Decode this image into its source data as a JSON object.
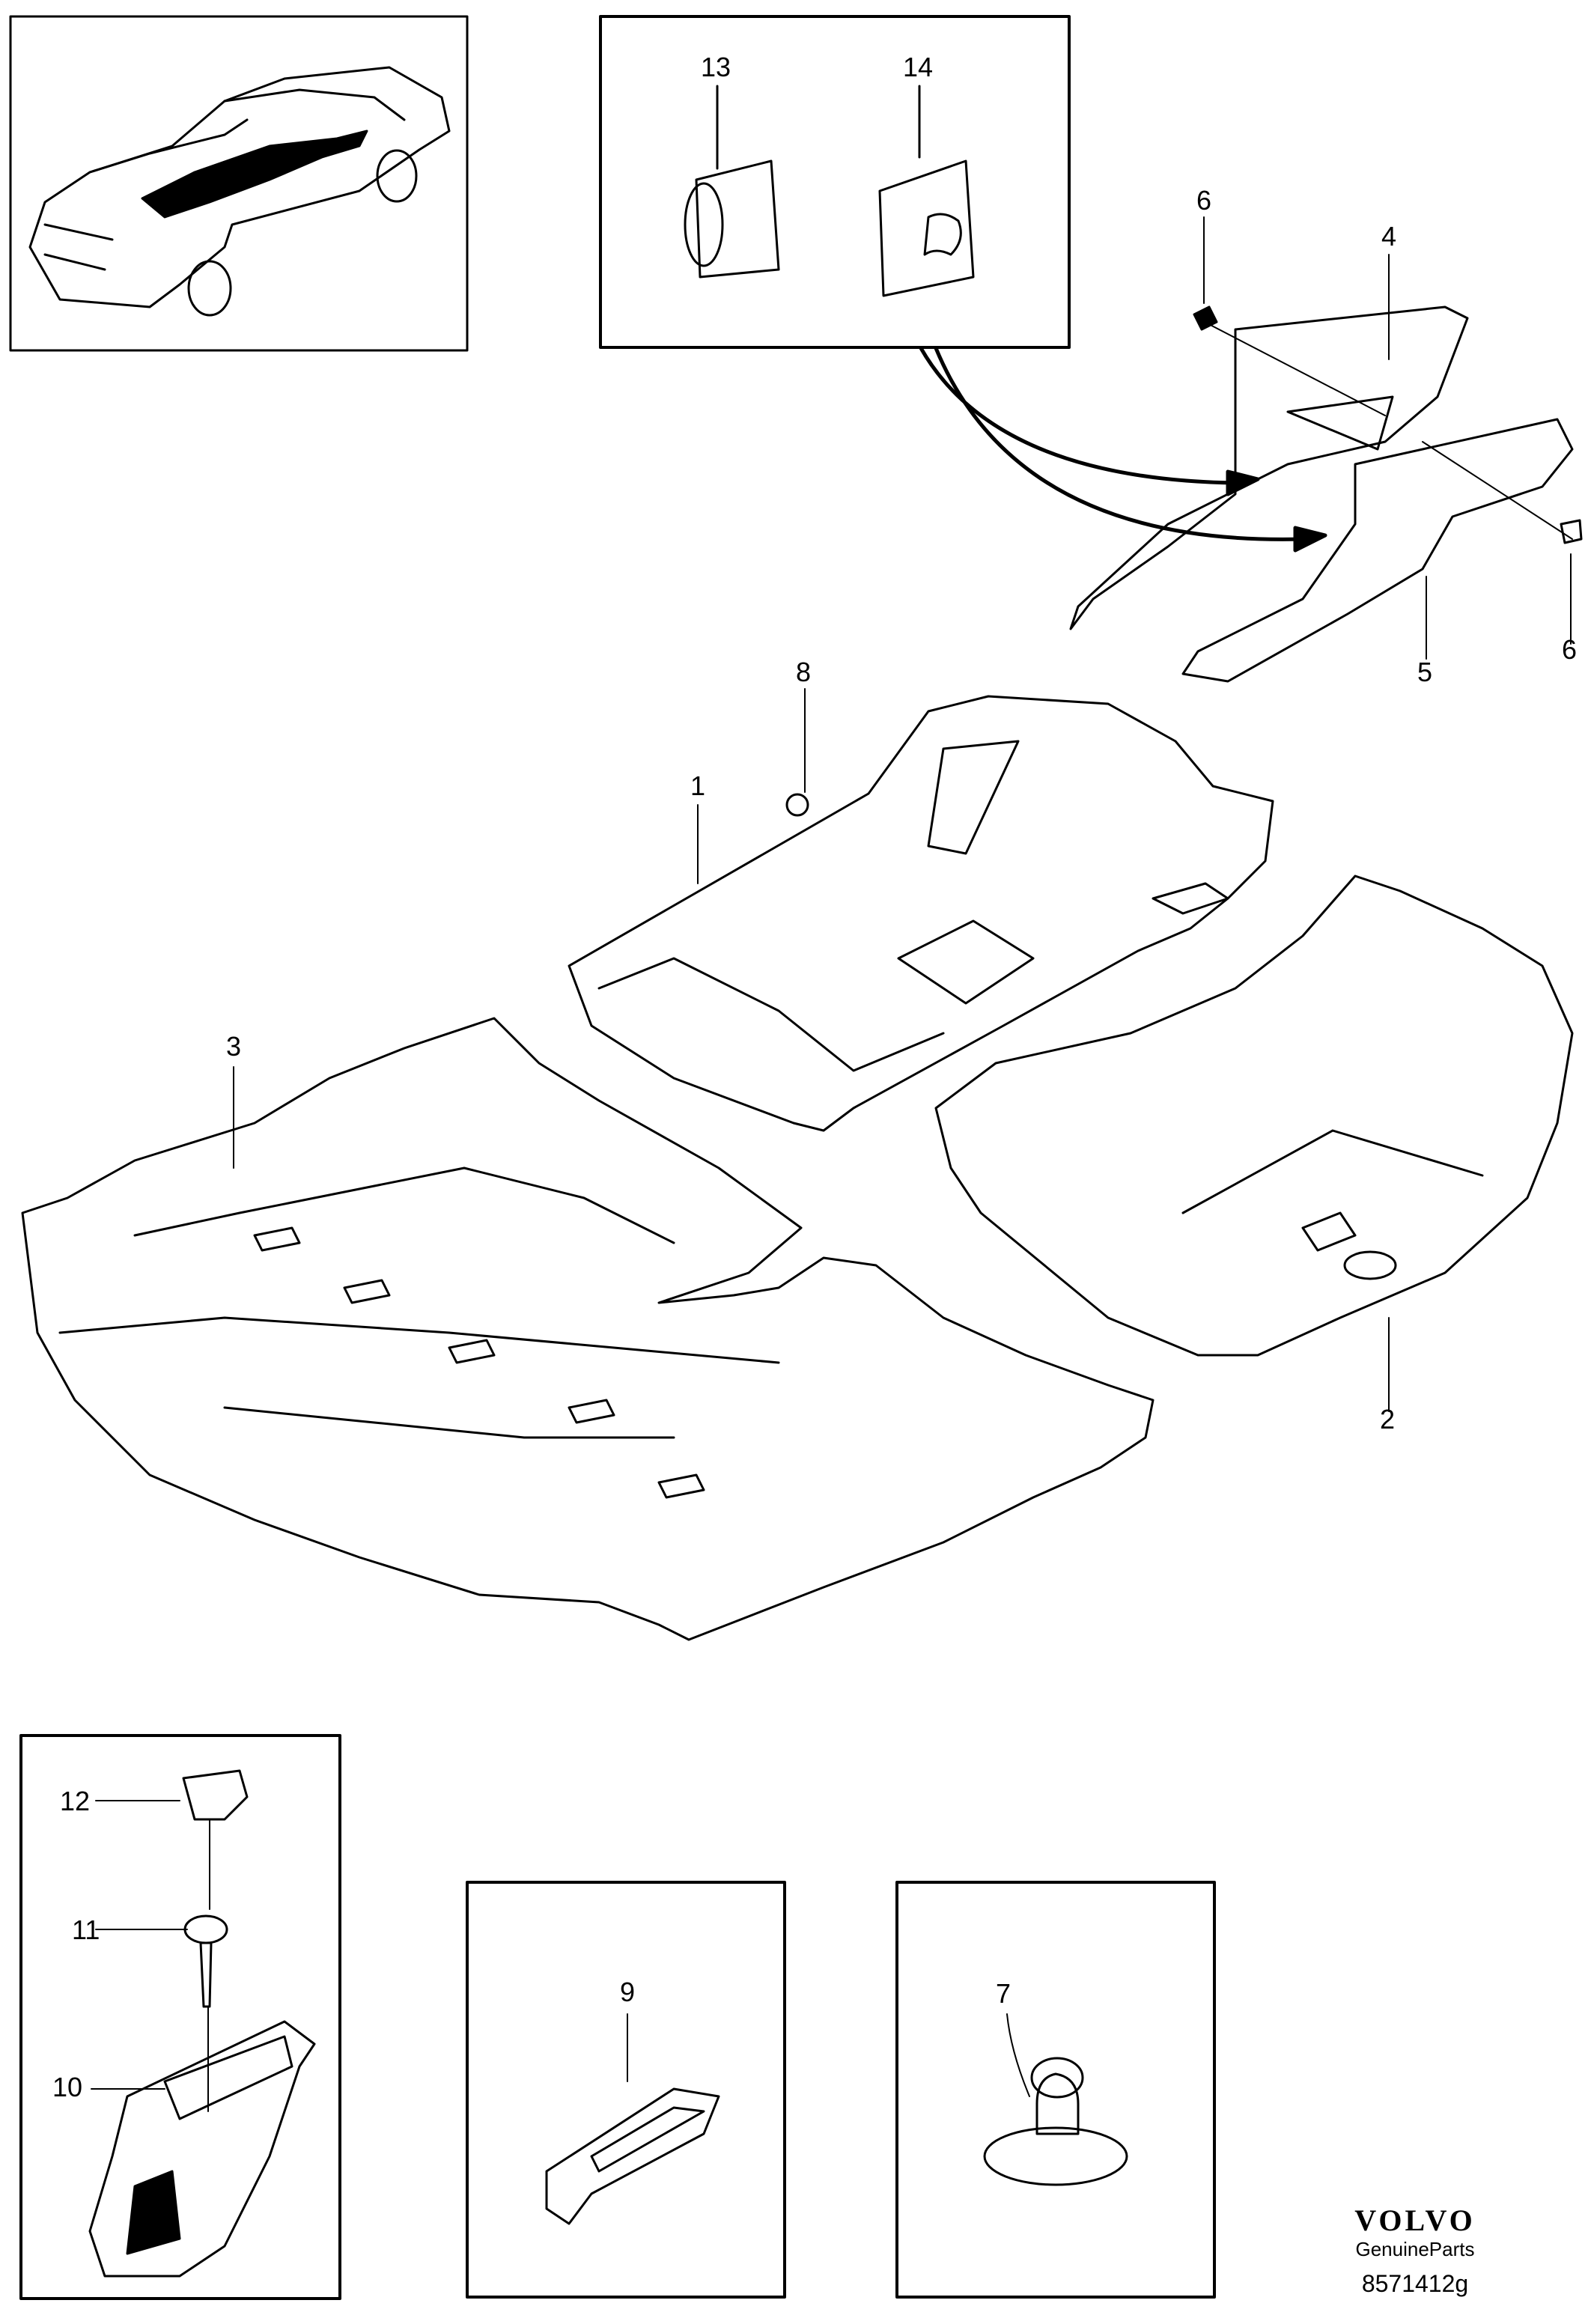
{
  "callouts": {
    "c1": "1",
    "c2": "2",
    "c3": "3",
    "c4": "4",
    "c5": "5",
    "c6a": "6",
    "c6b": "6",
    "c7": "7",
    "c8": "8",
    "c9": "9",
    "c10": "10",
    "c11": "11",
    "c12": "12",
    "c13": "13",
    "c14": "14"
  },
  "brand": {
    "logo": "VOLVO",
    "subtitle": "GenuineParts",
    "code": "8571412g"
  }
}
